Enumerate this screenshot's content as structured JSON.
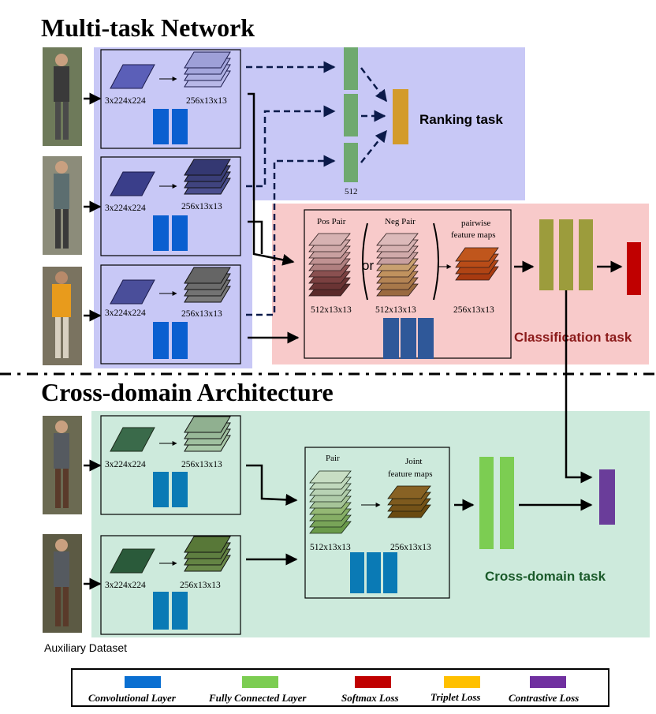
{
  "titles": {
    "multitask": "Multi-task Network",
    "crossdomain": "Cross-domain Architecture"
  },
  "tasks": {
    "ranking": "Ranking task",
    "classification": "Classification task",
    "crossdomain": "Cross-domain task"
  },
  "dims": {
    "input": "3x224x224",
    "conv": "256x13x13",
    "pair": "512x13x13",
    "fc": "512"
  },
  "pairs": {
    "pos": "Pos Pair",
    "neg": "Neg Pair",
    "or": "or",
    "pairwise_1": "pairwise",
    "pairwise_2": "feature maps",
    "pair": "Pair",
    "joint_1": "Joint",
    "joint_2": "feature maps"
  },
  "auxiliary": "Auxiliary Dataset",
  "legend": [
    {
      "label": "Convolutional Layer",
      "color": "#0a6fd1"
    },
    {
      "label": "Fully Connected Layer",
      "color": "#7ccd52"
    },
    {
      "label": "Softmax Loss",
      "color": "#c00000"
    },
    {
      "label": "Triplet Loss",
      "color": "#ffc000"
    },
    {
      "label": "Contrastive Loss",
      "color": "#7030a0"
    }
  ],
  "colors": {
    "multitask_bg": "#c8c8f6",
    "classification_bg": "#f8caca",
    "crossdomain_bg": "#cdeadc",
    "ranking_fc": "#6fa96f",
    "triplet": "#d39b2a",
    "cls_fc": "#9c9c3c",
    "softmax": "#c00000",
    "cd_fc": "#7ccd52",
    "contrastive": "#6a3d9a",
    "conv_blue": "#0a5fd0",
    "conv_teal": "#0a7ab5",
    "conv_dark": "#2f5899"
  }
}
